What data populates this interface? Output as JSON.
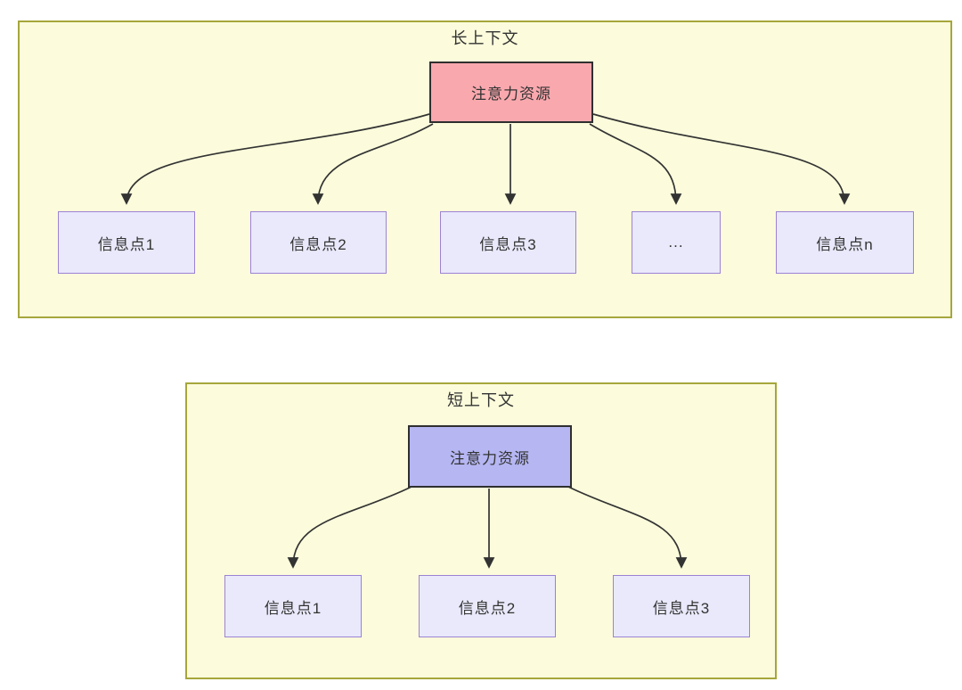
{
  "diagram": {
    "long_context": {
      "title": "长上下文",
      "attention_box": {
        "label": "注意力资源",
        "fill": "#f9a8ae"
      },
      "info_boxes": [
        {
          "label": "信息点1"
        },
        {
          "label": "信息点2"
        },
        {
          "label": "信息点3"
        },
        {
          "label": "..."
        },
        {
          "label": "信息点n"
        }
      ],
      "edges": [
        {
          "from": "注意力资源",
          "to": "信息点1"
        },
        {
          "from": "注意力资源",
          "to": "信息点2"
        },
        {
          "from": "注意力资源",
          "to": "信息点3"
        },
        {
          "from": "注意力资源",
          "to": "..."
        },
        {
          "from": "注意力资源",
          "to": "信息点n"
        }
      ]
    },
    "short_context": {
      "title": "短上下文",
      "attention_box": {
        "label": "注意力资源",
        "fill": "#b5b6f2"
      },
      "info_boxes": [
        {
          "label": "信息点1"
        },
        {
          "label": "信息点2"
        },
        {
          "label": "信息点3"
        }
      ],
      "edges": [
        {
          "from": "注意力资源",
          "to": "信息点1"
        },
        {
          "from": "注意力资源",
          "to": "信息点2"
        },
        {
          "from": "注意力资源",
          "to": "信息点3"
        }
      ]
    },
    "colors": {
      "page_background": "#ffffff",
      "container_fill": "#fcfcdc",
      "container_border": "#a6a63c",
      "attention_long_fill": "#f9a8ae",
      "attention_short_fill": "#b5b6f2",
      "attention_border": "#2f2f2f",
      "info_fill": "#e9e9fb",
      "info_border": "#9c82d4",
      "arrow": "#333333",
      "text": "#333333"
    }
  }
}
